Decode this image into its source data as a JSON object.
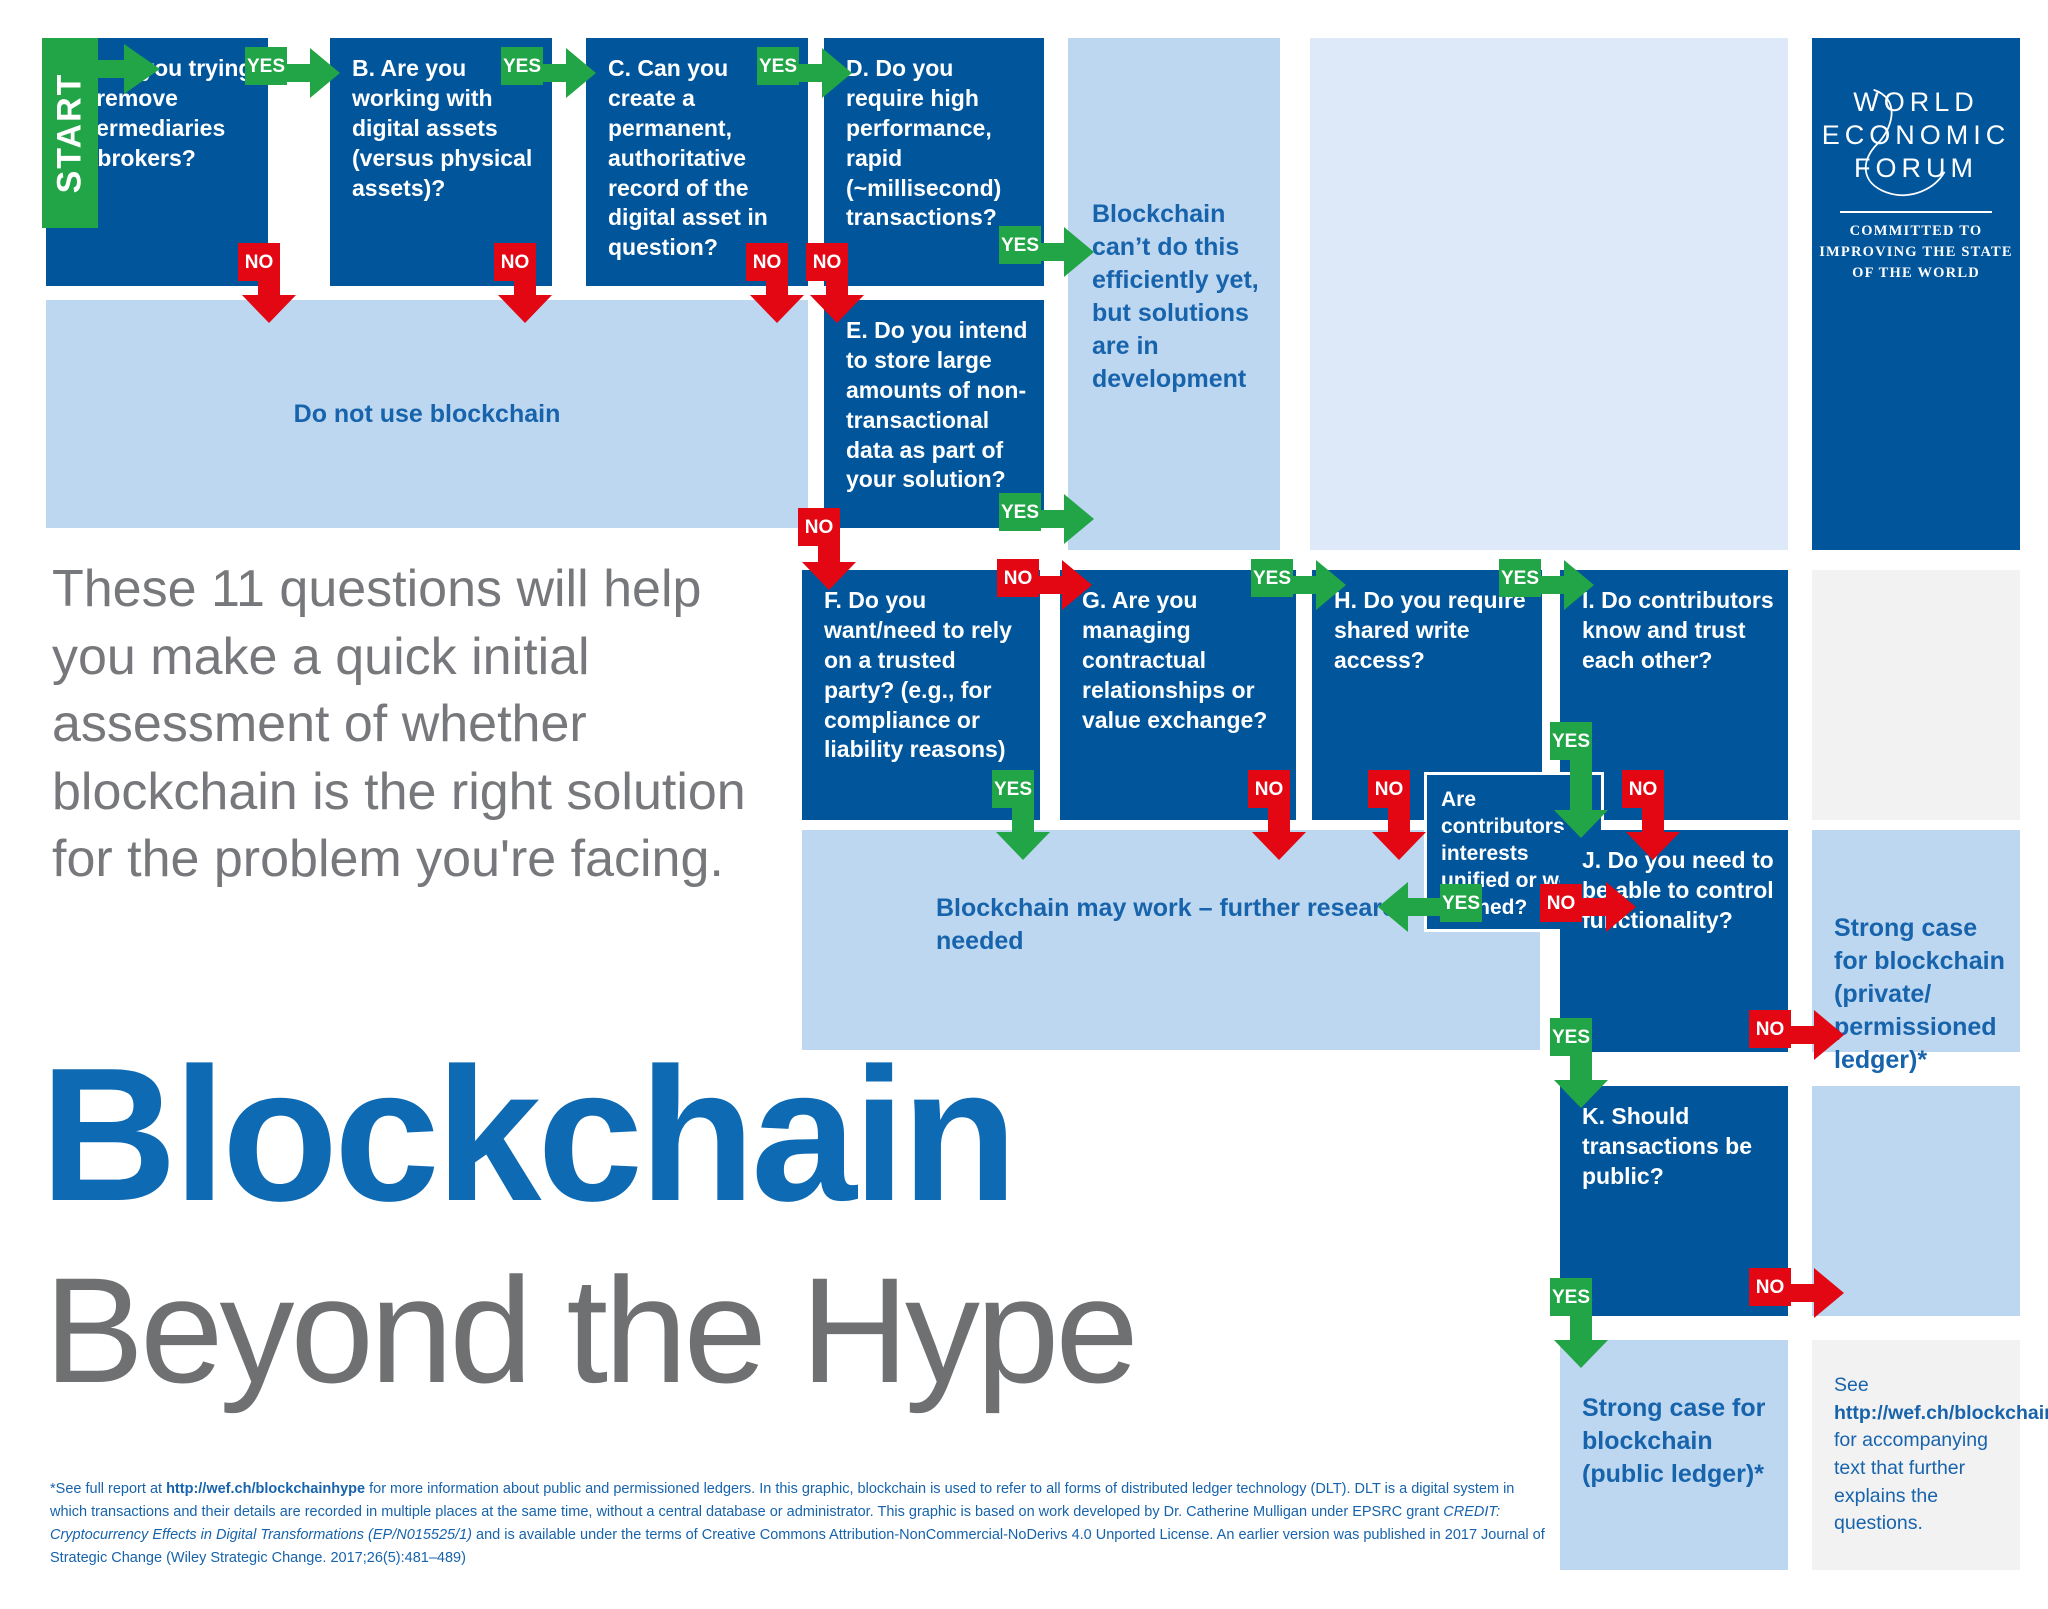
{
  "meta": {
    "accent_blue": "#00559b",
    "light_blue": "#bcd7ef",
    "pale_blue": "#dde9f8",
    "green": "#22a546",
    "red": "#e30613",
    "gray_text": "#77787b",
    "link_blue": "#1763ac"
  },
  "start": {
    "label": "START"
  },
  "questions": [
    {
      "id": "A",
      "text": "A. Are you trying to remove intermediaries or brokers?"
    },
    {
      "id": "B",
      "text": "B. Are you working with digital assets (versus physical assets)?"
    },
    {
      "id": "C",
      "text": "C. Can you create a permanent, authoritative record of the digital  asset in question?"
    },
    {
      "id": "D",
      "text": "D. Do you require high performance, rapid (~millisecond) transactions?"
    },
    {
      "id": "E",
      "text": "E. Do you intend to store large amounts of non-transactional data as part of your solution?"
    },
    {
      "id": "F",
      "text": "F. Do you want/need to rely on a trusted party? (e.g., for compliance or liability reasons)"
    },
    {
      "id": "G",
      "text": "G. Are you managing contractual relationships or value exchange?"
    },
    {
      "id": "H",
      "text": "H. Do you require shared write access?"
    },
    {
      "id": "I",
      "text": "I. Do contributors know and trust each other?"
    },
    {
      "id": "X",
      "text": "Are contributors interests unified or well-aligned?"
    },
    {
      "id": "J",
      "text": "J. Do you need to be able to control functionality?"
    },
    {
      "id": "K",
      "text": "K. Should transactions be public?"
    }
  ],
  "outcomes": {
    "do_not_use": "Do not use blockchain",
    "cant_do": "Blockchain can’t do this efficiently yet, but solutions are in development",
    "may_work": "Blockchain may work – further research is needed",
    "strong_private": "Strong case for blockchain (private/ permissioned ledger)*",
    "strong_public": "Strong case for blockchain (public ledger)*"
  },
  "edge_labels": {
    "yes": "YES",
    "no": "NO"
  },
  "intro": {
    "text": "These 11 questions will help you make a quick initial assessment of whether blockchain is the right solution for the problem you're facing."
  },
  "title": {
    "line1": "Blockchain",
    "line2": "Beyond the Hype"
  },
  "logo": {
    "line1": "WORLD",
    "line2": "ECONOMIC",
    "line3": "FORUM",
    "tag1": "COMMITTED TO",
    "tag2": "IMPROVING THE STATE",
    "tag3": "OF THE WORLD"
  },
  "see_note": {
    "prefix": "See ",
    "link": "http://wef.ch/blockchainhype",
    "suffix": " for accompanying text that further explains the questions."
  },
  "footnote": {
    "p1_pre": "*See full report at ",
    "p1_link": "http://wef.ch/blockchainhype",
    "p1_post": " for more information about public and permissioned ledgers. In this graphic, blockchain is used to refer to all forms of distributed ledger technology (DLT). DLT is a digital system in which transactions and their details are recorded in multiple places at the same time, without a central database or administrator. This graphic is based on work developed by Dr. Catherine Mulligan under EPSRC grant ",
    "p1_italic": "CREDIT: Cryptocurrency Effects in Digital Transformations (EP/N015525/1)",
    "p1_tail": " and is available under the terms of Creative Commons Attribution-NonCommercial-NoDerivs 4.0 Unported License. An earlier version was published in 2017 Journal of Strategic Change (Wiley Strategic Change. 2017;26(5):481–489)"
  }
}
